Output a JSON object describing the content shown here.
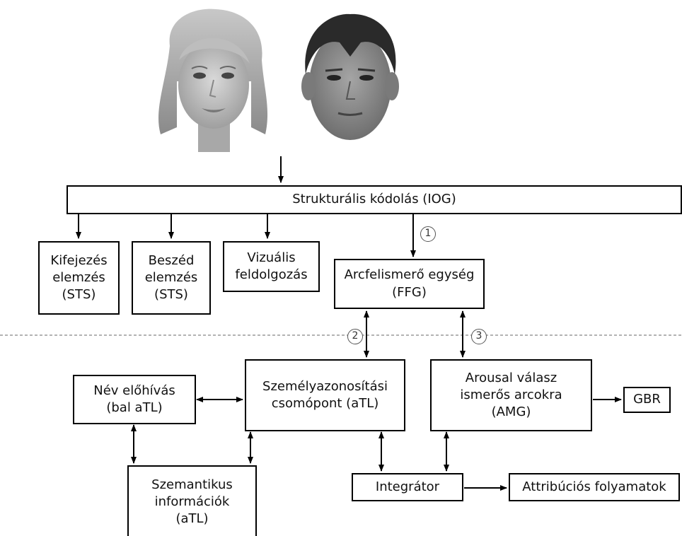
{
  "boxes": {
    "iog": "Strukturális kódolás (IOG)",
    "expression": "Kifejezés\nelemzés\n(STS)",
    "speech": "Beszéd\nelemzés\n(STS)",
    "visual": "Vizuális\nfeldolgozás",
    "ffg": "Arcfelismerő egység\n(FFG)",
    "name": "Név előhívás\n(bal aTL)",
    "identity": "Személyazonosítási\ncsomópont (aTL)",
    "arousal": "Arousal válasz\nismerős arcokra\n(AMG)",
    "gbr": "GBR",
    "semantic": "Szemantikus\ninformációk\n(aTL)",
    "integrator": "Integrátor",
    "attribution": "Attribúciós folyamatok"
  },
  "path_numbers": [
    "1",
    "2",
    "3"
  ],
  "colors": {
    "line": "#000000",
    "divider": "#9a9a9a",
    "badge_border": "#555555"
  }
}
